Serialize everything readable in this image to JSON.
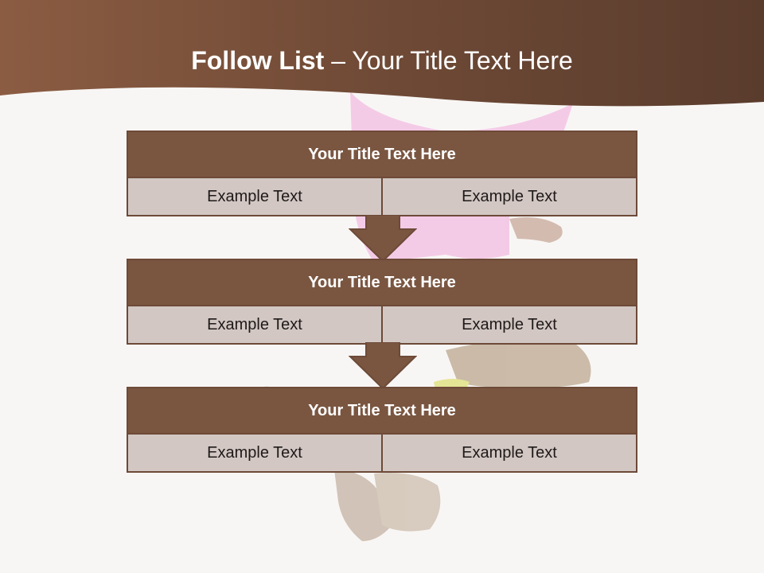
{
  "slide": {
    "title_bold": "Follow List",
    "title_rest": " – Your Title Text Here"
  },
  "steps": [
    {
      "title": "Your Title Text Here",
      "left": "Example Text",
      "right": "Example Text"
    },
    {
      "title": "Your Title Text Here",
      "left": "Example Text",
      "right": "Example Text"
    },
    {
      "title": "Your Title Text Here",
      "left": "Example Text",
      "right": "Example Text"
    }
  ],
  "colors": {
    "header_brown": "#7a5641",
    "block_title": "#7a5641",
    "block_cell": "#d2c7c3",
    "border": "#6d4a38",
    "background": "#f8f6f4"
  },
  "icons": {
    "arrow": "down-arrow-icon"
  }
}
